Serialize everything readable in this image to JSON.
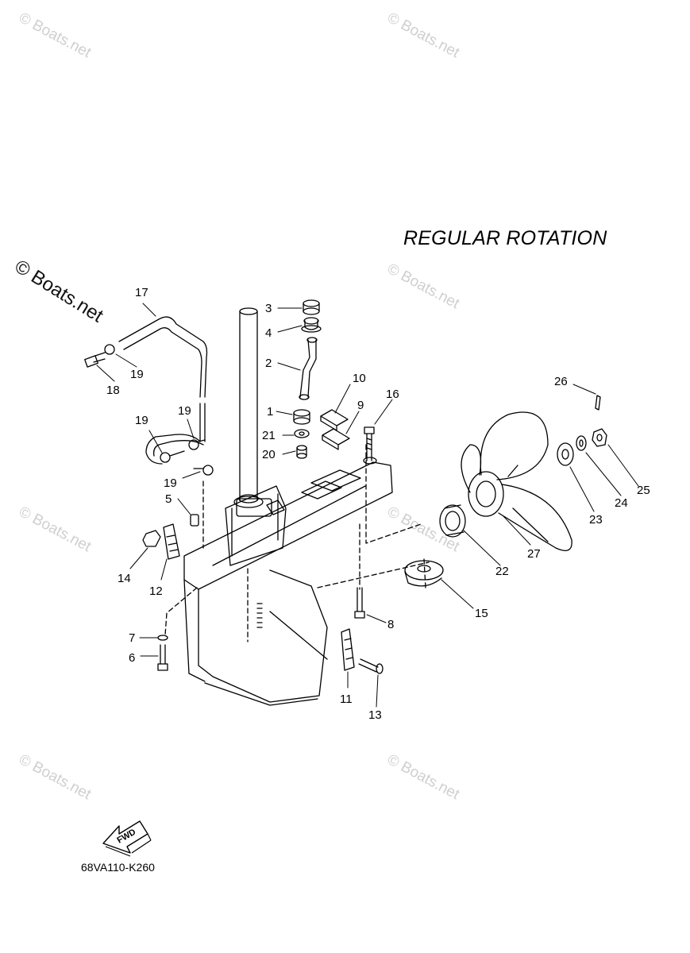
{
  "diagram": {
    "title": "REGULAR ROTATION",
    "part_code": "68VA110-K260",
    "fwd_label": "FWD",
    "watermark": "© Boats.net",
    "corner_watermark": "© Boats.net",
    "callouts": [
      "1",
      "2",
      "3",
      "4",
      "5",
      "6",
      "7",
      "8",
      "9",
      "10",
      "11",
      "12",
      "13",
      "14",
      "15",
      "16",
      "17",
      "18",
      "19",
      "19",
      "19",
      "19",
      "20",
      "21",
      "22",
      "23",
      "24",
      "25",
      "26",
      "27"
    ]
  }
}
